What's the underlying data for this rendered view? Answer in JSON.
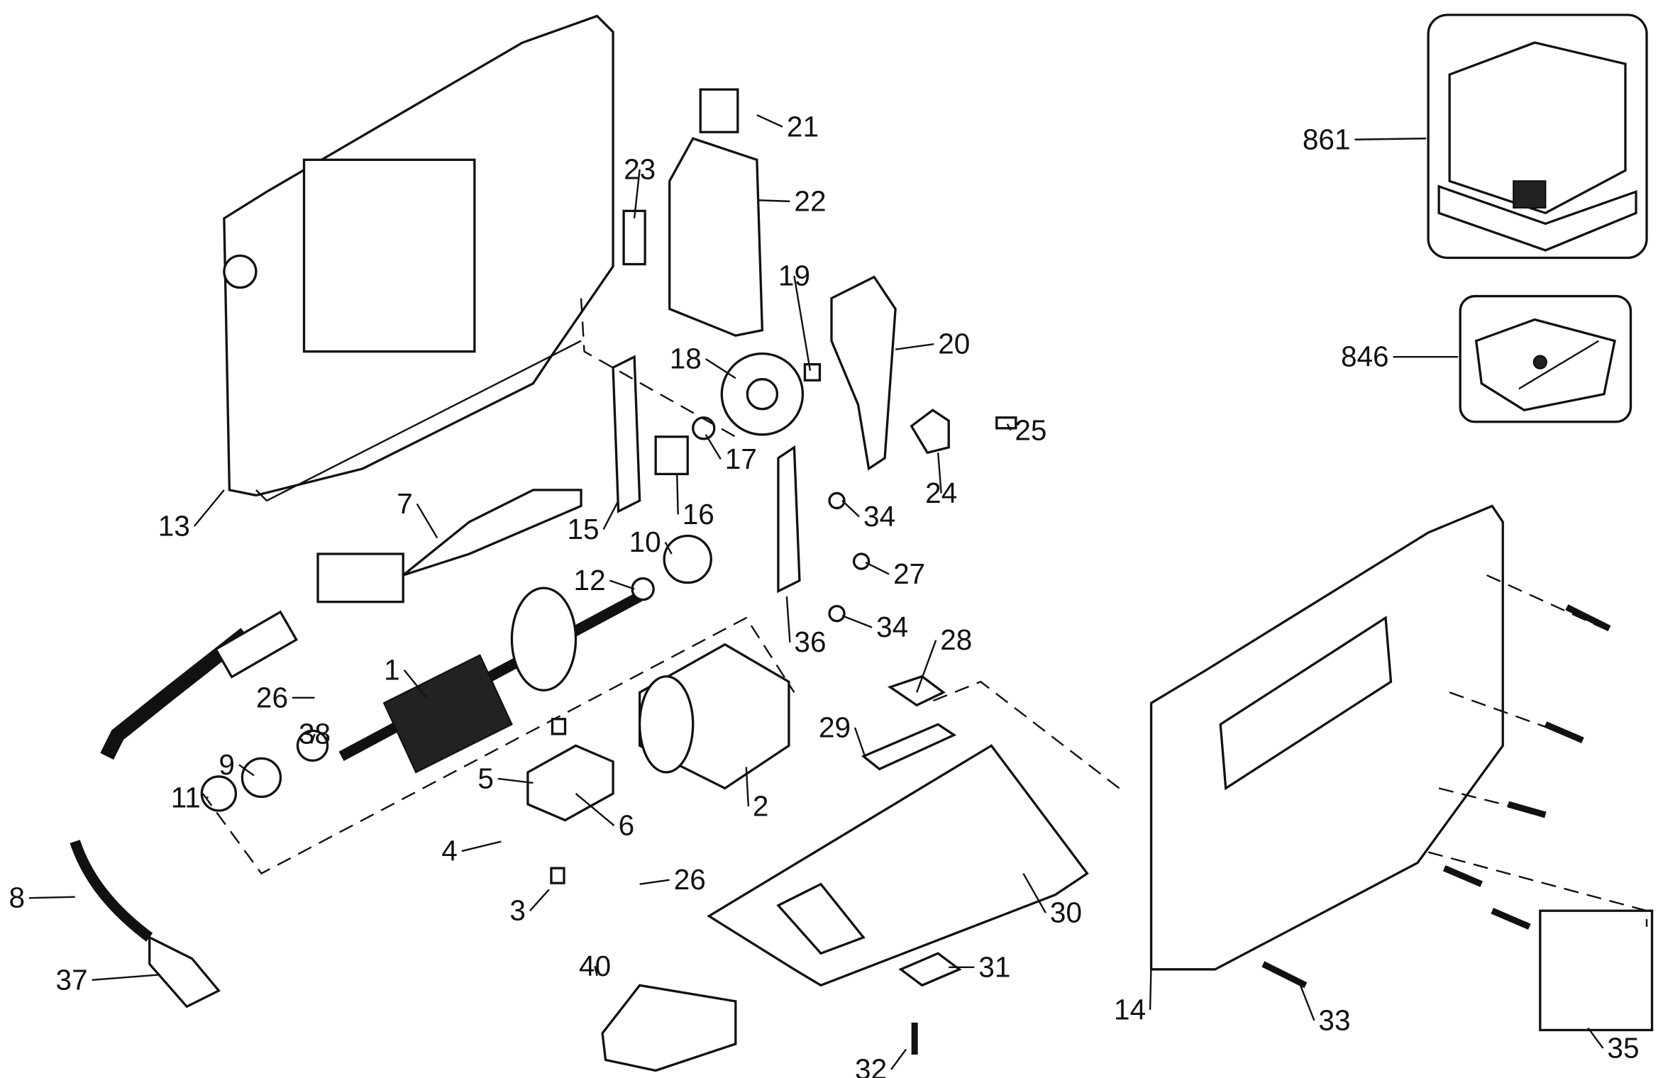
{
  "diagram": {
    "type": "exploded parts diagram",
    "callouts": [
      "861",
      "846",
      "21",
      "22",
      "23",
      "19",
      "20",
      "18",
      "25",
      "24",
      "17",
      "16",
      "15",
      "34",
      "13",
      "7",
      "10",
      "27",
      "12",
      "36",
      "34",
      "28",
      "1",
      "26",
      "29",
      "38",
      "9",
      "5",
      "2",
      "11",
      "4",
      "6",
      "26",
      "3",
      "30",
      "8",
      "37",
      "31",
      "14",
      "33",
      "35",
      "40",
      "32"
    ],
    "insets": [
      "861",
      "846"
    ],
    "line_color": "#111111",
    "background": "#ffffff"
  }
}
